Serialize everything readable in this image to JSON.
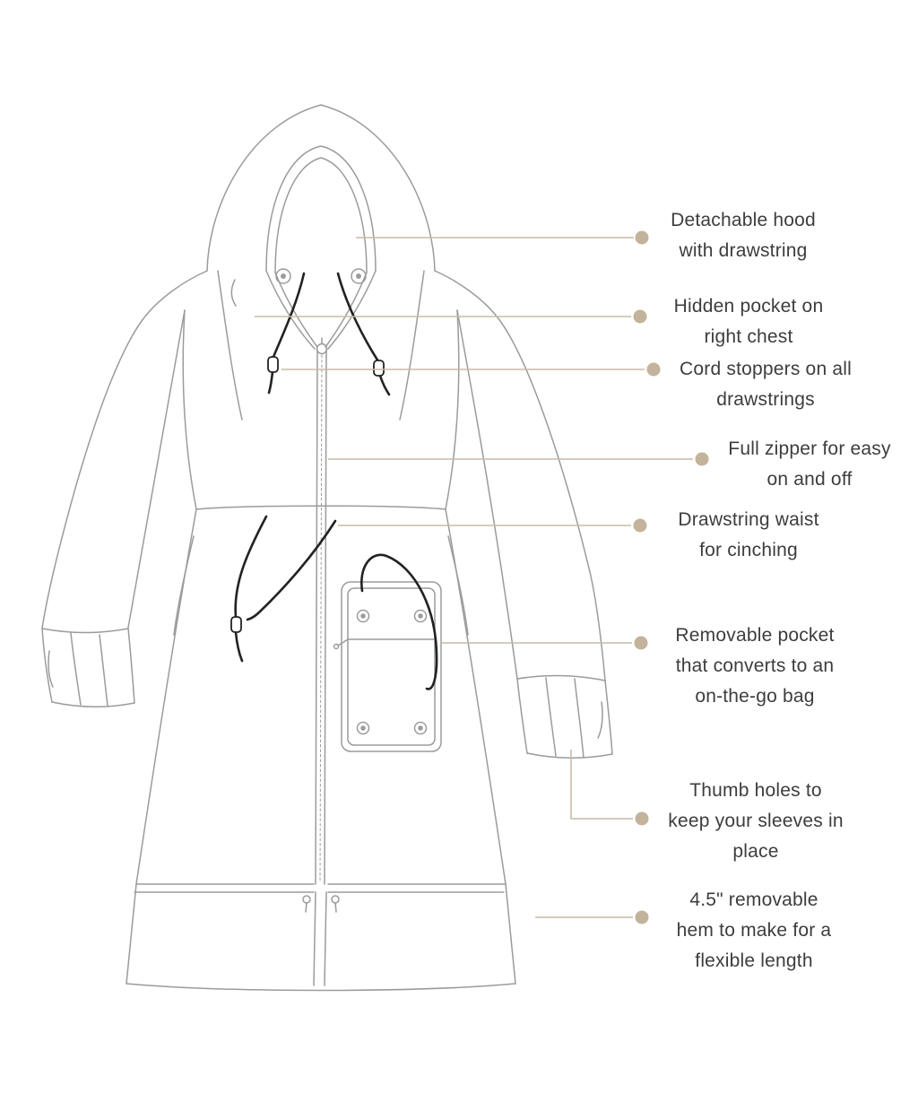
{
  "colors": {
    "background": "#ffffff",
    "line_art": "#9b9b9b",
    "cord": "#222222",
    "callout_accent": "#c2b39a",
    "leader_line": "#c9bca6",
    "text": "#3d3d3d"
  },
  "illustration": {
    "alt": "Technical line drawing of a long hooded coat, front view, with drawstrings, full-length zipper, removable chest-level pocket, ribbed cuffs and removable hem"
  },
  "callouts": {
    "items": [
      {
        "id": "detachable-hood",
        "lines": [
          "Detachable hood",
          "with drawstring"
        ]
      },
      {
        "id": "hidden-pocket",
        "lines": [
          "Hidden pocket on",
          "right chest"
        ]
      },
      {
        "id": "cord-stoppers",
        "lines": [
          "Cord stoppers on all",
          "drawstrings"
        ]
      },
      {
        "id": "full-zipper",
        "lines": [
          "Full zipper for easy",
          "on and off"
        ]
      },
      {
        "id": "drawstring-waist",
        "lines": [
          "Drawstring waist",
          "for cinching"
        ]
      },
      {
        "id": "removable-pocket",
        "lines": [
          "Removable pocket",
          "that converts to an",
          "on-the-go bag"
        ]
      },
      {
        "id": "thumb-holes",
        "lines": [
          "Thumb holes to",
          "keep your sleeves in",
          "place"
        ]
      },
      {
        "id": "removable-hem",
        "lines": [
          "4.5\" removable",
          "hem to make for a",
          "flexible length"
        ]
      }
    ]
  }
}
